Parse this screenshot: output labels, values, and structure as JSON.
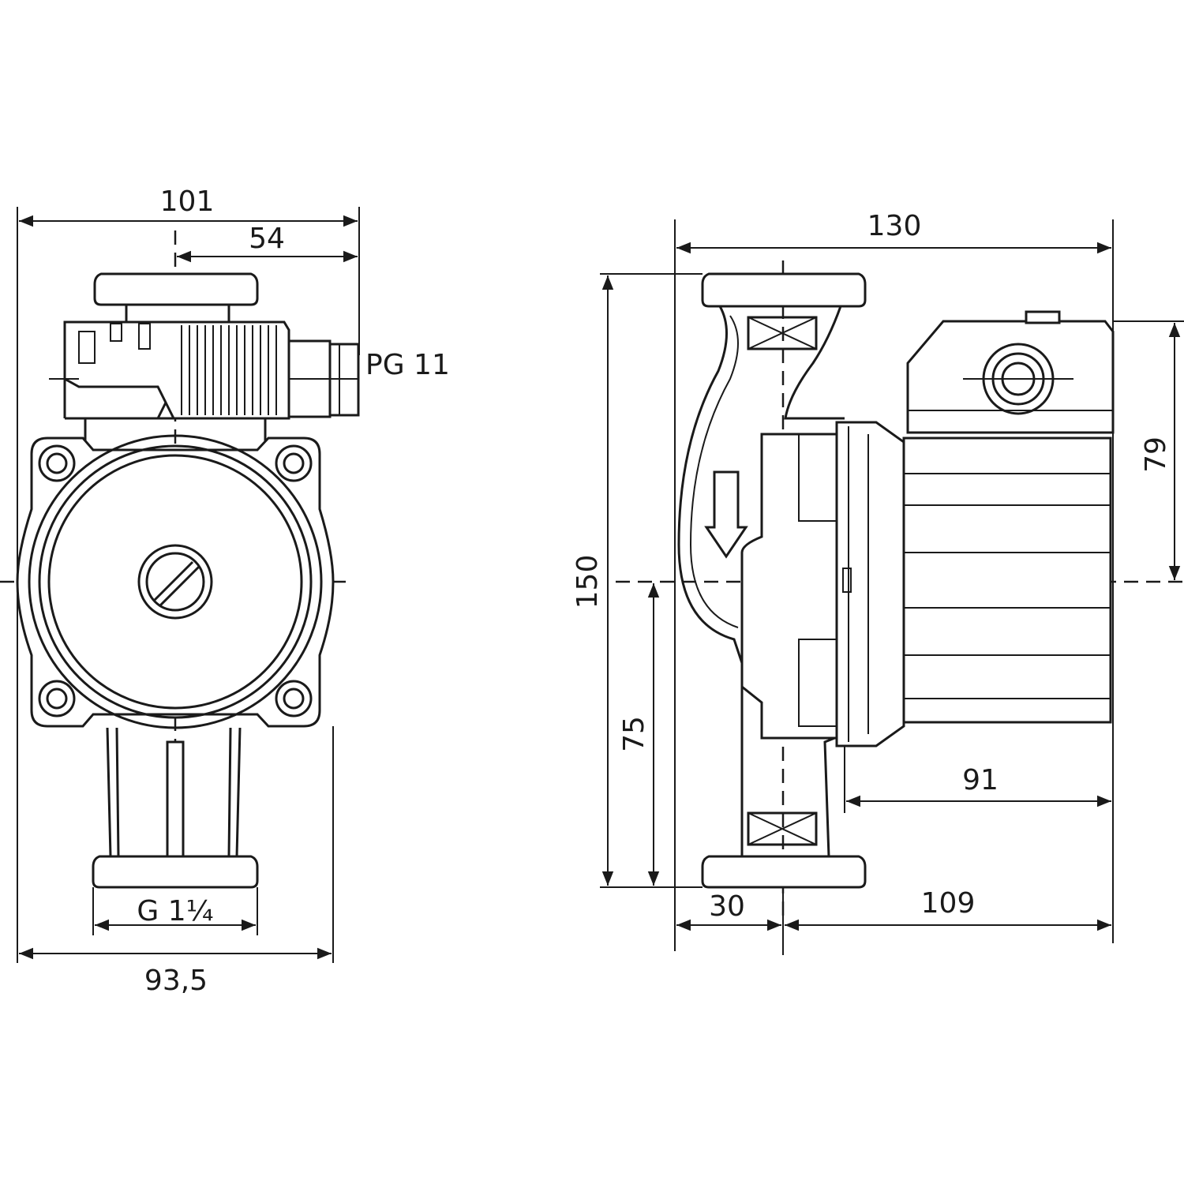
{
  "front_view": {
    "dim_total_width_top": "101",
    "dim_center_to_edge": "54",
    "cable_gland_label": "PG 11",
    "thread_label": "G 1¼",
    "dim_total_width_bottom": "93,5"
  },
  "side_view": {
    "dim_overall_length": "130",
    "dim_height": "150",
    "dim_half_height": "75",
    "dim_box_height": "79",
    "dim_motor_length": "91",
    "dim_flange_offset": "30",
    "dim_center_to_end": "109"
  },
  "colors": {
    "line": "#1a1a1a",
    "background": "#ffffff"
  }
}
